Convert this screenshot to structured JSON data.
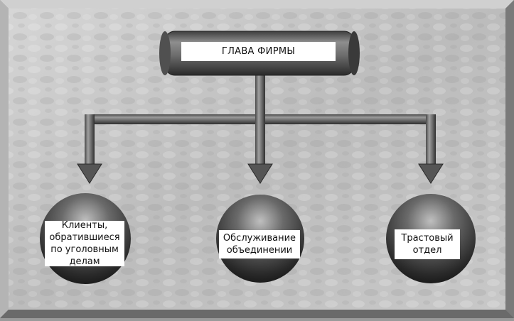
{
  "title": "ГЛАВА ФИРМЫ",
  "nodes": [
    {
      "label": "Клиенты,\nобратившиеся\nпо уголовным\nделам"
    },
    {
      "label": "Обслуживание\nобъединении"
    },
    {
      "label": "Трастовый\nотдел"
    }
  ],
  "colors": {
    "background": "#bdbdbd",
    "pipe": "#707070",
    "label_bg": "#ffffff",
    "text": "#111111"
  }
}
